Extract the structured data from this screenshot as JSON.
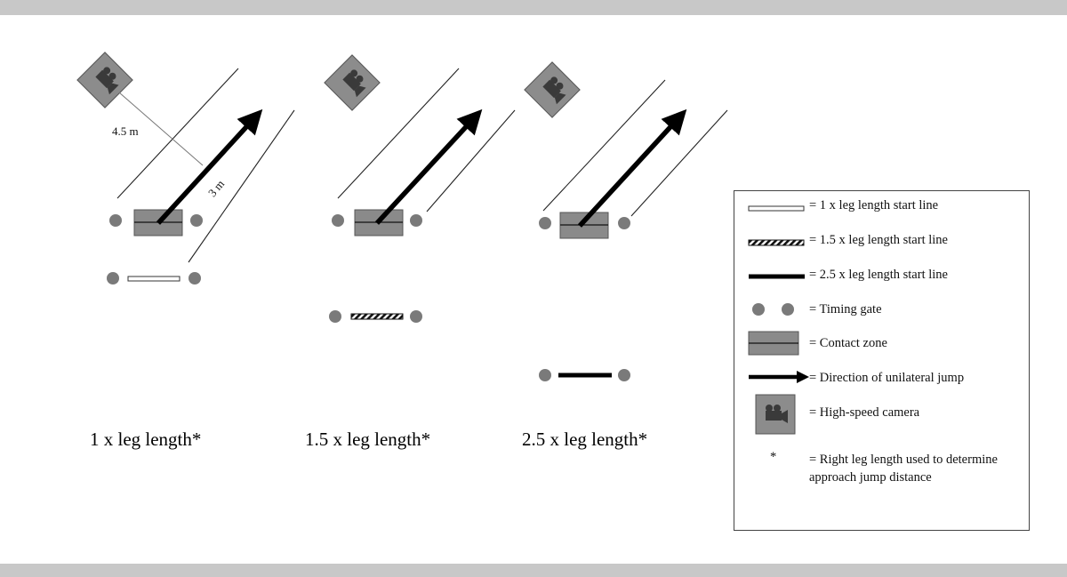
{
  "panels": [
    {
      "caption": "1 x leg length*"
    },
    {
      "caption": "1.5 x leg length*"
    },
    {
      "caption": "2.5 x leg length*"
    }
  ],
  "dimensions": {
    "camera_distance": "4.5 m",
    "jump_distance": "3 m"
  },
  "legend": {
    "items": [
      {
        "symbol": "white-start-line",
        "label": "= 1 x leg length  start line"
      },
      {
        "symbol": "hatched-start-line",
        "label": "= 1.5 x leg length  start line"
      },
      {
        "symbol": "black-start-line",
        "label": "= 2.5 x leg length  start line"
      },
      {
        "symbol": "timing-gate",
        "label": "= Timing  gate"
      },
      {
        "symbol": "contact-zone",
        "label": "= Contact  zone"
      },
      {
        "symbol": "arrow",
        "label": "= Direction  of  unilateral  jump"
      },
      {
        "symbol": "camera",
        "label": "= High-speed  camera"
      }
    ],
    "note_marker": "*",
    "note": "= Right  leg  length  used to determine  approach  jump distance"
  },
  "colors": {
    "gate": "#7a7a7a",
    "contact_zone": "#8a8a8a",
    "camera": "#8c8c8c",
    "band": "#c8c8c8"
  }
}
